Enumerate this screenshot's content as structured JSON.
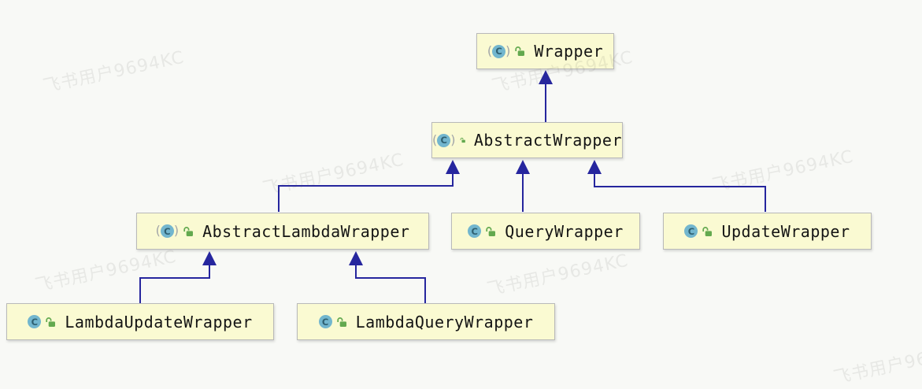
{
  "page": {
    "background_color": "#f8f9f6",
    "watermark_text": "飞书用户9694KC"
  },
  "diagram": {
    "kind": "uml-class-inheritance-diagram",
    "box_fill": "#fafad2",
    "box_border": "#b9b9b9",
    "edge_color": "#26269e",
    "icon_glyphs": {
      "class_letter": "C",
      "paren_open": "(",
      "paren_close": ")"
    },
    "classes": [
      {
        "name": "Wrapper",
        "abstract": true,
        "visibility_icon": "open-lock"
      },
      {
        "name": "AbstractWrapper",
        "abstract": true,
        "visibility_icon": "open-lock"
      },
      {
        "name": "AbstractLambdaWrapper",
        "abstract": true,
        "visibility_icon": "open-lock"
      },
      {
        "name": "QueryWrapper",
        "abstract": false,
        "visibility_icon": "open-lock"
      },
      {
        "name": "UpdateWrapper",
        "abstract": false,
        "visibility_icon": "open-lock"
      },
      {
        "name": "LambdaUpdateWrapper",
        "abstract": false,
        "visibility_icon": "open-lock"
      },
      {
        "name": "LambdaQueryWrapper",
        "abstract": false,
        "visibility_icon": "open-lock"
      }
    ],
    "inheritance": [
      {
        "child": "AbstractWrapper",
        "parent": "Wrapper"
      },
      {
        "child": "AbstractLambdaWrapper",
        "parent": "AbstractWrapper"
      },
      {
        "child": "QueryWrapper",
        "parent": "AbstractWrapper"
      },
      {
        "child": "UpdateWrapper",
        "parent": "AbstractWrapper"
      },
      {
        "child": "LambdaUpdateWrapper",
        "parent": "AbstractLambdaWrapper"
      },
      {
        "child": "LambdaQueryWrapper",
        "parent": "AbstractLambdaWrapper"
      }
    ]
  }
}
